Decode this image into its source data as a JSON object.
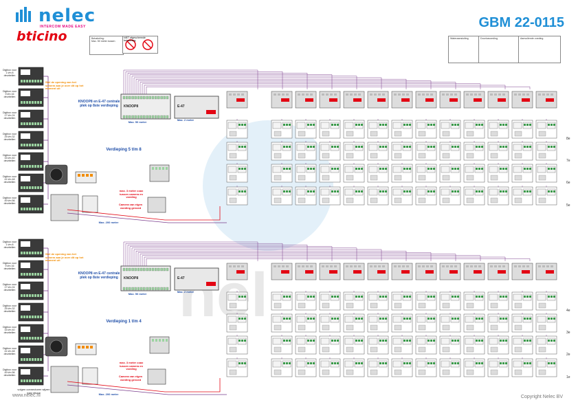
{
  "header": {
    "brand_name": "nelec",
    "brand_tagline": "INTERCOM MADE EASY",
    "partner_brand": "bticino",
    "doc_code": "GBM 22-0115"
  },
  "notes": [
    "Bekabeling:",
    "Max. 50 meter tussen",
    "NIET afgeschermde bekabeling",
    "Wateraansluiting",
    "Doorlusvoeding",
    "Aanvullende voeding"
  ],
  "sections": [
    {
      "floor_range": "Verdieping 5 t/m 8",
      "node_label": "KNOOP8 en E-47 centrale plek op 8ste verdieping",
      "node_device": "KNOOP8",
      "psu_device": "E-47",
      "max_distance_bus": "Max. 50 meter",
      "max_distance_total": "Max. 200 meter",
      "max_distance_short": "Max. 2 meter",
      "orange_note": "Stel de opening van het scherm aan je over dit op het moment uit",
      "red_note_1": "max. 3 meter coax tussen camera en voeding",
      "red_note_2": "Camera van eigen voeding gevoed",
      "floors": [
        "8e",
        "7e",
        "6e",
        "5e"
      ],
      "dtp_labels": [
        "Digibox voor 1 t/m 8 deurbellen",
        "Digibox voor 9 t/m 16 deurbellen",
        "Digibox voor 17 t/m 24 deurbellen",
        "Digibox voor 25 t/m 32 deurbellen",
        "Digibox voor 33 t/m 40 deurbellen",
        "Digibox voor 41 t/m 48 deurbellen",
        "Digibox voor 49 t/m 56 deurbellen"
      ]
    },
    {
      "floor_range": "Verdieping 1 t/m 4",
      "node_label": "KNOOP8 en E-47 centrale plek op 8ste verdieping",
      "node_device": "KNOOP8",
      "psu_device": "E-47",
      "max_distance_bus": "Max. 50 meter",
      "max_distance_total": "Max. 200 meter",
      "max_distance_short": "Max. 2 meter",
      "orange_note": "Stel de opening van het scherm aan je over dit op het moment uit",
      "red_note_1": "max. 3 meter coax tussen camera en voeding",
      "red_note_2": "Camera van eigen voeding gevoed",
      "floors": [
        "4e",
        "3e",
        "2e",
        "1e"
      ],
      "dtp_labels": [
        "Digibox voor 1 t/m 8 deurbellen",
        "Digibox voor 9 t/m 16 deurbellen",
        "Digibox voor 17 t/m 24 deurbellen",
        "Digibox voor 25 t/m 32 deurbellen",
        "Digibox voor 33 t/m 40 deurbellen",
        "Digibox voor 41 t/m 48 deurbellen",
        "Digibox voor 49 t/m 56 deurbellen"
      ]
    }
  ],
  "bottom_label": "volgen connectoren wijzen naar elkaar",
  "footer": {
    "website": "www.nelec.nl",
    "copyright": "Copyright Nelec BV"
  },
  "colors": {
    "brand_blue": "#1f8fd6",
    "brand_red": "#e30613",
    "accent_orange": "#f28c00",
    "cable_purple": "#7a3c8c",
    "cable_red": "#e30613"
  }
}
